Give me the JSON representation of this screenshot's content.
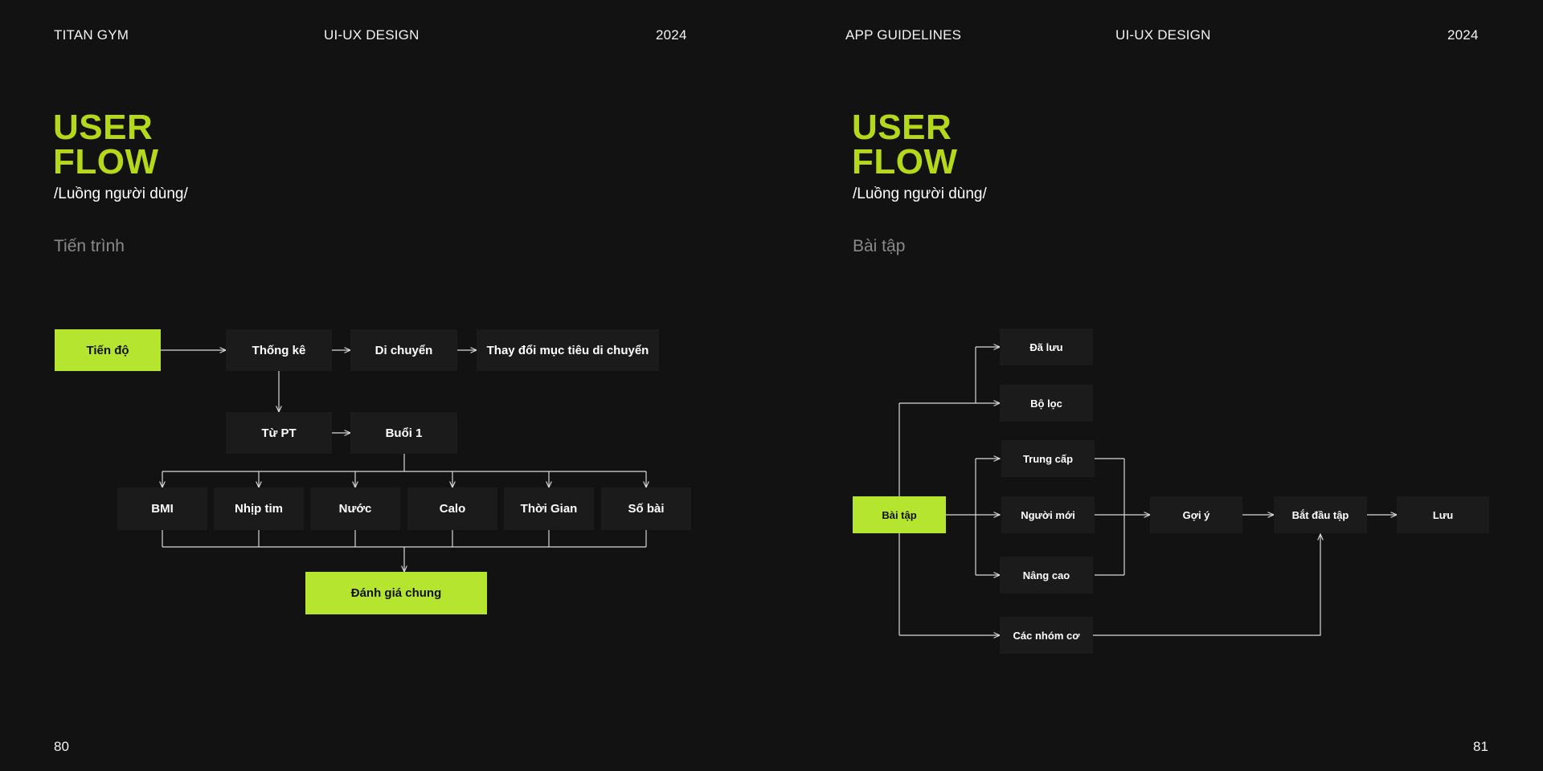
{
  "left_page": {
    "header": {
      "brand": "TITAN GYM",
      "center": "UI-UX DESIGN",
      "year": "2024"
    },
    "title_line1": "USER",
    "title_line2": "FLOW",
    "subtitle": "/Luồng người dùng/",
    "section": "Tiến trình",
    "page_number": "80",
    "nodes": {
      "tien_do": "Tiến độ",
      "thong_ke": "Thống kê",
      "di_chuyen": "Di chuyển",
      "thay_doi": "Thay đổi mục tiêu di chuyển",
      "tu_pt": "Từ PT",
      "buoi_1": "Buổi 1",
      "bmi": "BMI",
      "nhip_tim": "Nhịp tim",
      "nuoc": "Nước",
      "calo": "Calo",
      "thoi_gian": "Thời Gian",
      "so_bai": "Số bài",
      "danh_gia": "Đánh giá chung"
    }
  },
  "right_page": {
    "header": {
      "left": "APP GUIDELINES",
      "center": "UI-UX DESIGN",
      "year": "2024"
    },
    "title_line1": "USER",
    "title_line2": "FLOW",
    "subtitle": "/Luồng người dùng/",
    "section": "Bài tập",
    "page_number": "81",
    "nodes": {
      "bai_tap": "Bài tập",
      "da_luu": "Đã lưu",
      "bo_loc": "Bộ lọc",
      "trung_cap": "Trung cấp",
      "nguoi_moi": "Người mới",
      "nang_cao": "Nâng cao",
      "cac_nhom_co": "Các nhóm cơ",
      "goi_y": "Gợi ý",
      "bat_dau_tap": "Bắt đầu tập",
      "luu": "Lưu"
    }
  },
  "colors": {
    "background": "#121212",
    "accent_title": "#b5d81b",
    "accent_node": "#b5e52f",
    "node": "#1b1b1b",
    "muted": "#8a8a8a"
  }
}
